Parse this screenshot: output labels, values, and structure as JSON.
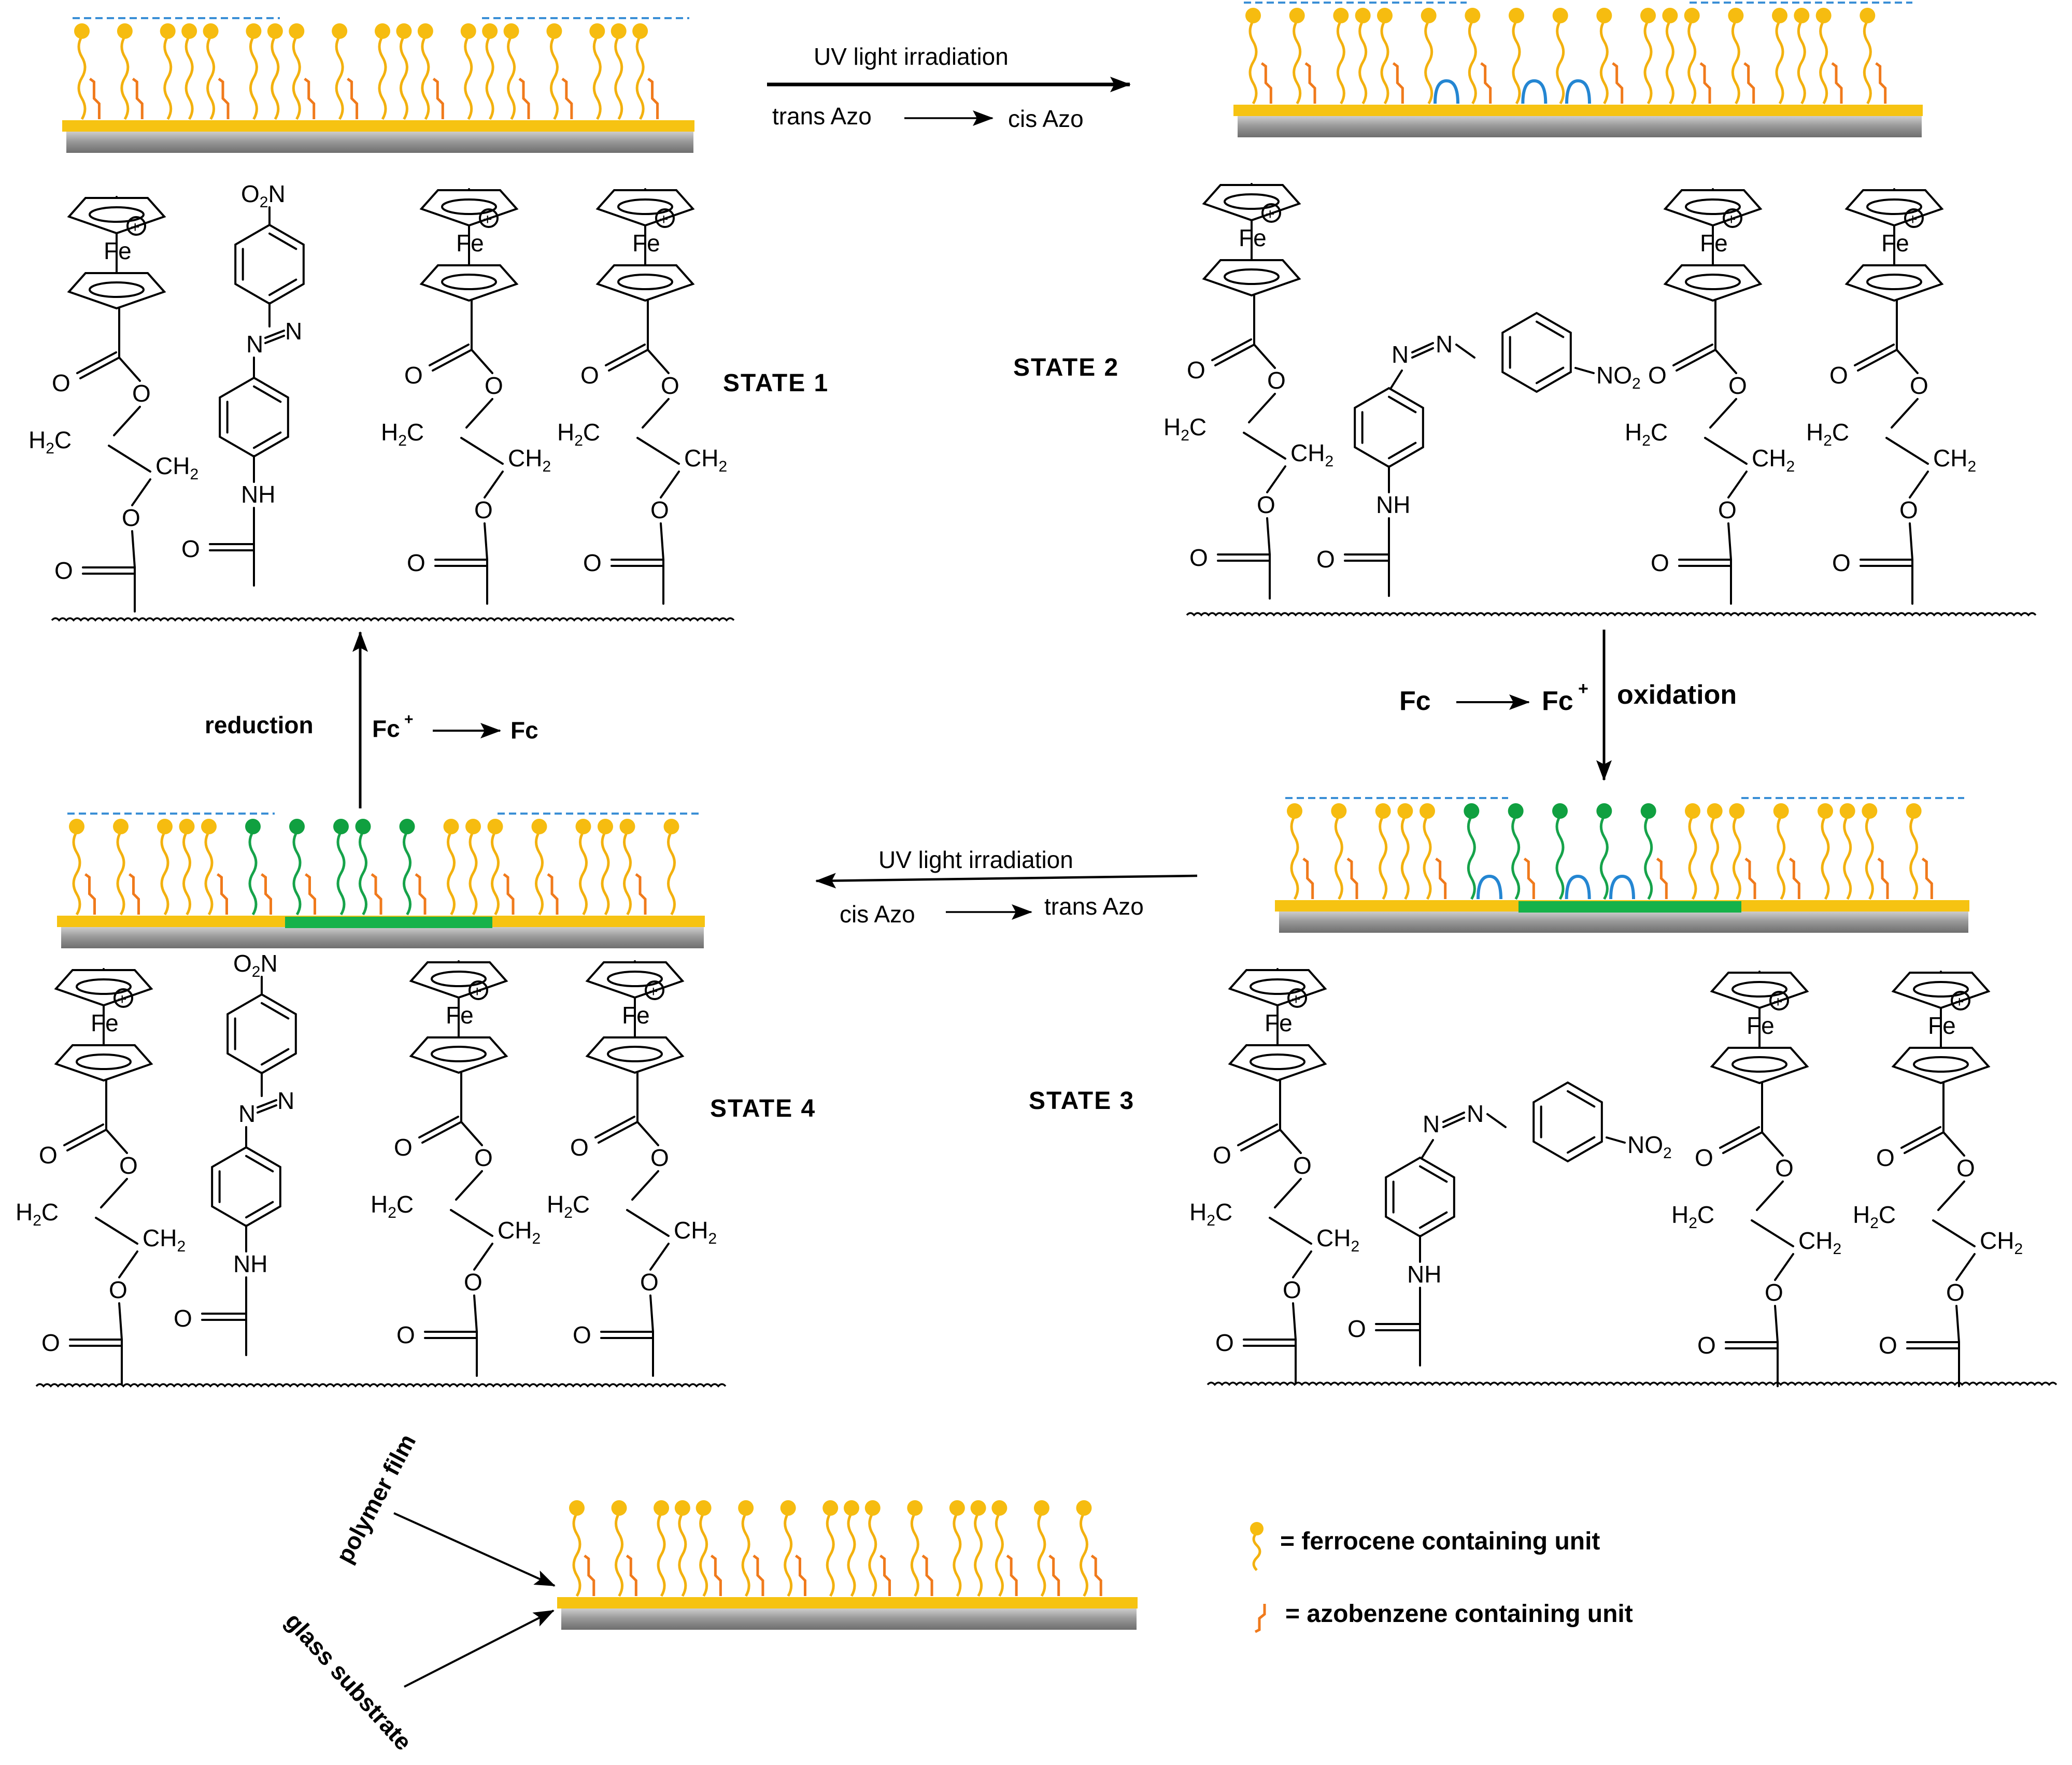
{
  "states": {
    "state1": "STATE 1",
    "state2": "STATE 2",
    "state3": "STATE 3",
    "state4": "STATE 4"
  },
  "arrows": {
    "top_label": "UV light irradiation",
    "top_sub_from": "trans Azo",
    "top_sub_to": "cis Azo",
    "bottom_label": "UV light irradiation",
    "bottom_sub_from": "cis Azo",
    "bottom_sub_to": "trans Azo",
    "oxidation_from": "Fc",
    "oxidation_to": "Fc",
    "oxidation_plus": "+",
    "oxidation_word": "oxidation",
    "reduction_word": "reduction",
    "reduction_from": "Fc",
    "reduction_plus": "+",
    "reduction_to": "Fc"
  },
  "chem": {
    "fe": "Fe",
    "o": "O",
    "h2c": "H",
    "h2c_sub": "2",
    "h2c_c": "C",
    "ch2": "CH",
    "ch2_sub": "2",
    "nh": "NH",
    "n": "N",
    "o2n": "O",
    "o2n_sub": "2",
    "o2n_n": "N",
    "no2": "NO",
    "no2_sub": "2",
    "plus": "+"
  },
  "legend": {
    "ferrocene": "= ferrocene containing unit",
    "azobenzene": "= azobenzene containing unit",
    "polymer_film": "polymer film",
    "glass_substrate": "glass substrate"
  },
  "colors": {
    "polymer": "#f6c312",
    "ferrocene_unit": "#f6bc10",
    "azobenzene_unit": "#f07a1c",
    "cis_azo": "#2486d2",
    "oxidized_unit": "#10a040",
    "glass": "#9a9a9a",
    "dashed_surface": "#3a8fd6"
  }
}
